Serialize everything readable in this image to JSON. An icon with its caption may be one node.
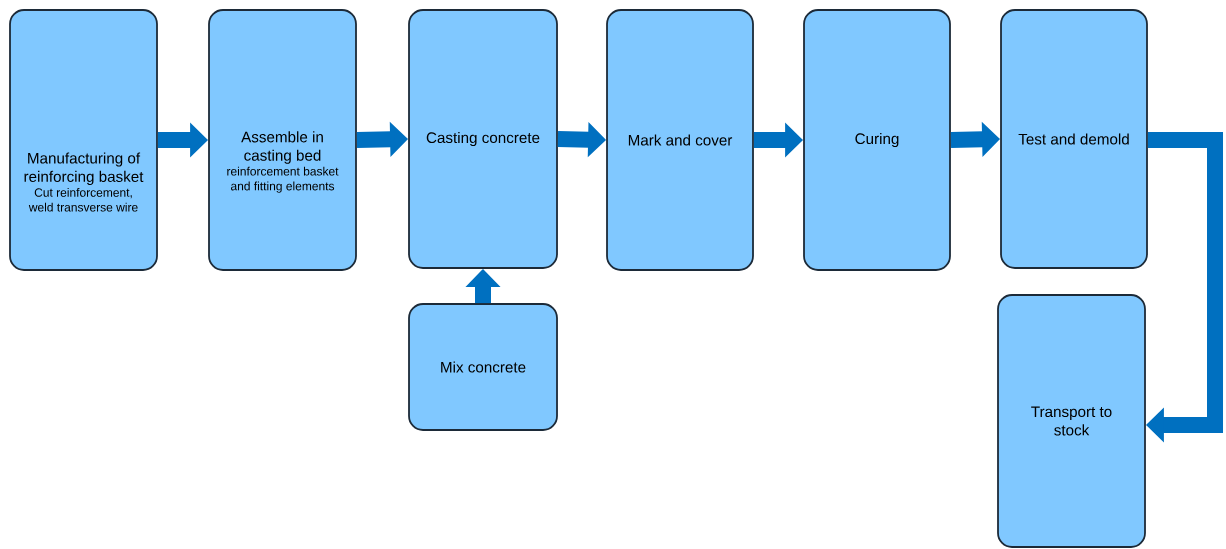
{
  "diagram": {
    "nodes": [
      {
        "text": [
          "Manufacturing of reinforcing basket",
          "Cut reinforcement, weld transverse wire"
        ]
      },
      {
        "text": [
          "Assemble in casting bed",
          "reinforcement basket and fitting elements"
        ]
      },
      {
        "text": [
          "Casting concrete"
        ]
      },
      {
        "text": [
          "Mark and cover"
        ]
      },
      {
        "text": [
          "Curing"
        ]
      },
      {
        "text": [
          "Test and demold"
        ]
      },
      {
        "text": [
          "Mix concrete"
        ]
      },
      {
        "text": [
          "Transport to stock"
        ]
      }
    ],
    "edges": [
      {
        "from": 0,
        "to": 1,
        "arrow": "to"
      },
      {
        "from": 1,
        "to": 2,
        "arrow": "to"
      },
      {
        "from": 2,
        "to": 3,
        "arrow": "to"
      },
      {
        "from": 3,
        "to": 4,
        "arrow": "to"
      },
      {
        "from": 4,
        "to": 5,
        "arrow": "to"
      },
      {
        "from": 6,
        "to": 2,
        "arrow": "to"
      },
      {
        "from": 5,
        "to": 7,
        "arrow": "to"
      }
    ]
  }
}
